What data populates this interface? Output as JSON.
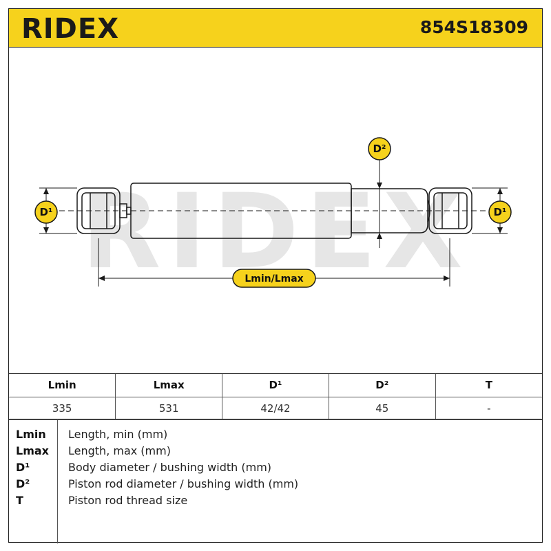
{
  "header": {
    "brand": "RIDEX",
    "part_number": "854S18309"
  },
  "diagram": {
    "watermark": "RIDEX",
    "labels": {
      "d1_left": "D¹",
      "d1_right": "D¹",
      "d2": "D²",
      "length": "Lmin/Lmax"
    },
    "colors": {
      "badge": "#f6d21c",
      "line": "#1a1a1a",
      "watermark": "#e6e6e6"
    }
  },
  "specs": {
    "headers": [
      "Lmin",
      "Lmax",
      "D¹",
      "D²",
      "T"
    ],
    "values": [
      "335",
      "531",
      "42/42",
      "45",
      "-"
    ]
  },
  "legend": [
    {
      "key": "Lmin",
      "desc": "Length, min (mm)"
    },
    {
      "key": "Lmax",
      "desc": "Length, max (mm)"
    },
    {
      "key": "D¹",
      "desc": "Body diameter / bushing width (mm)"
    },
    {
      "key": "D²",
      "desc": "Piston rod diameter / bushing width (mm)"
    },
    {
      "key": "T",
      "desc": "Piston rod thread size"
    }
  ]
}
